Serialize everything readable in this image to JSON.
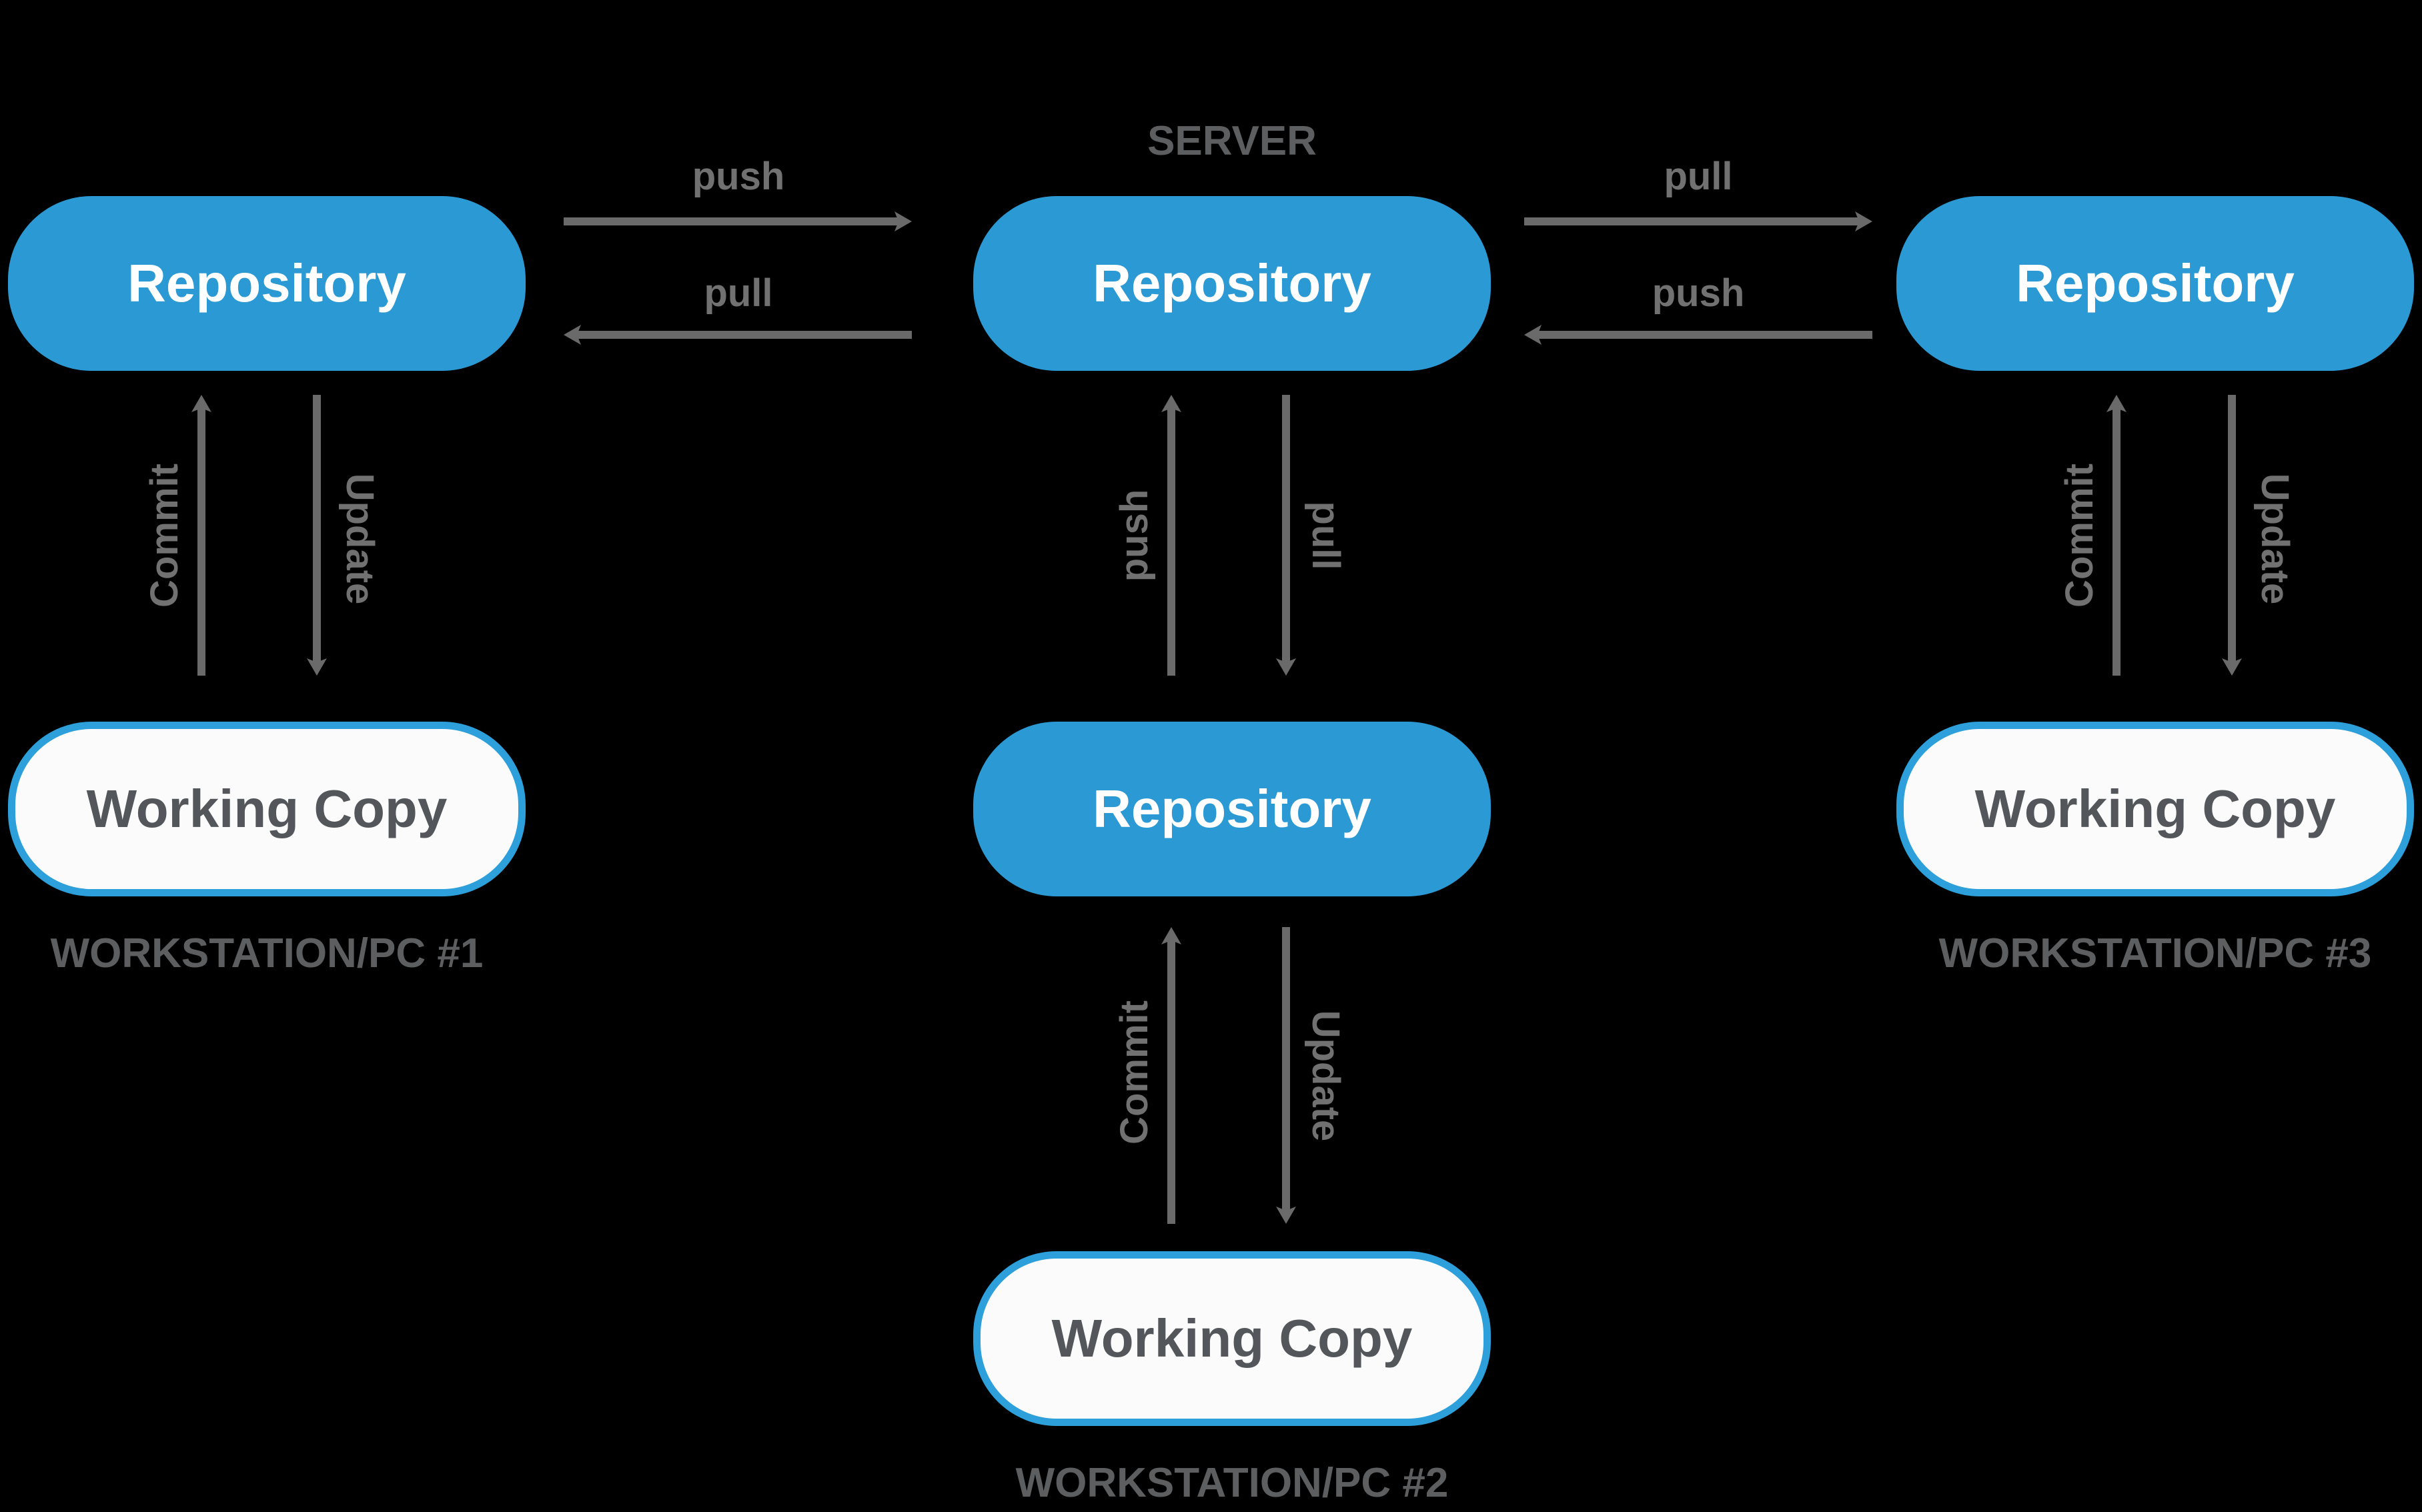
{
  "colors": {
    "background": "#000000",
    "repository_fill_blue": "#2b99d4",
    "repository_text": "#ffffff",
    "working_copy_fill": "#fbfbfb",
    "working_copy_border_blue": "#2d9fda",
    "working_copy_text": "#53565a",
    "section_label_gray": "#5d5e60",
    "edge_label_gray": "#717171",
    "arrow_gray": "#6a6a6a"
  },
  "sections": {
    "server": {
      "label": "SERVER"
    },
    "workstation1": {
      "label": "WORKSTATION/PC #1"
    },
    "workstation2": {
      "label": "WORKSTATION/PC #2"
    },
    "workstation3": {
      "label": "WORKSTATION/PC #3"
    }
  },
  "nodes": {
    "server_repository": {
      "label": "Repository"
    },
    "workstation1_repository": {
      "label": "Repository"
    },
    "workstation3_repository": {
      "label": "Repository"
    },
    "workstation2_repository": {
      "label": "Repository"
    },
    "workstation1_working_copy": {
      "label": "Working Copy"
    },
    "workstation2_working_copy": {
      "label": "Working Copy"
    },
    "workstation3_working_copy": {
      "label": "Working Copy"
    }
  },
  "edge_labels": {
    "ws1_to_server_push": "push",
    "server_to_ws1_pull": "pull",
    "server_to_ws3_pull": "pull",
    "ws3_to_server_push": "push",
    "ws2_to_server_push": "push",
    "server_to_ws2_pull": "pull",
    "ws1_commit": "Commit",
    "ws1_update": "Update",
    "ws2_commit": "Commit",
    "ws2_update": "Update",
    "ws3_commit": "Commit",
    "ws3_update": "Update"
  }
}
